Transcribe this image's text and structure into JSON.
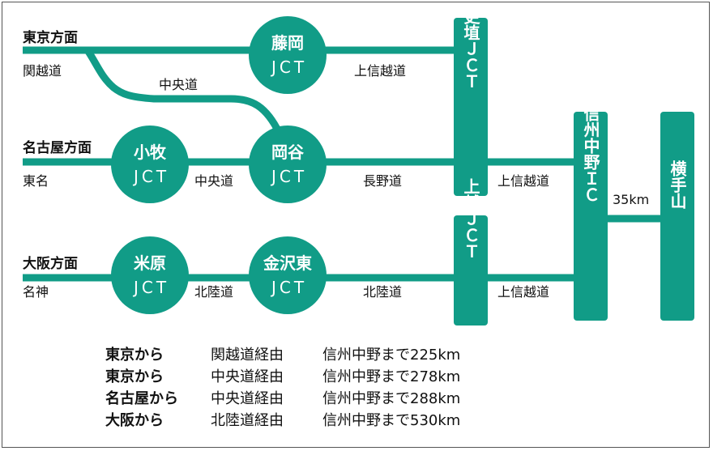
{
  "colors": {
    "teal": "#119c87",
    "text": "#111111",
    "white": "#ffffff"
  },
  "origins": {
    "tokyo": "東京方面",
    "nagoya": "名古屋方面",
    "osaka": "大阪方面"
  },
  "roads": {
    "kanetsu": "関越道",
    "chuo_upper": "中央道",
    "tomei": "東名",
    "chuo_lower": "中央道",
    "meishin": "名神",
    "hokuriku_left": "北陸道",
    "joshinetsu_top": "上信越道",
    "nagano": "長野道",
    "hokuriku_right": "北陸道",
    "joshinetsu_mid": "上信越道",
    "joshinetsu_bottom": "上信越道"
  },
  "nodes": {
    "fujioka": {
      "name": "藤岡",
      "sub": "JCT"
    },
    "komaki": {
      "name": "小牧",
      "sub": "JCT"
    },
    "okaya": {
      "name": "岡谷",
      "sub": "JCT"
    },
    "maibara": {
      "name": "米原",
      "sub": "JCT"
    },
    "kanazawa_higashi": {
      "name": "金沢東",
      "sub": "JCT"
    }
  },
  "vertical_nodes": {
    "koshoku": "更埴ＪＣＴ",
    "joetsu": "上越ＪＣＴ",
    "shinshu_nakano": "信州中野ＩＣ",
    "yokoteyama": "横手山"
  },
  "distance_label": "35km",
  "summary": [
    {
      "from": "東京から",
      "via": "関越道経由",
      "distance": "信州中野まで225km"
    },
    {
      "from": "東京から",
      "via": "中央道経由",
      "distance": "信州中野まで278km"
    },
    {
      "from": "名古屋から",
      "via": "中央道経由",
      "distance": "信州中野まで288km"
    },
    {
      "from": "大阪から",
      "via": "北陸道経由",
      "distance": "信州中野まで530km"
    }
  ]
}
